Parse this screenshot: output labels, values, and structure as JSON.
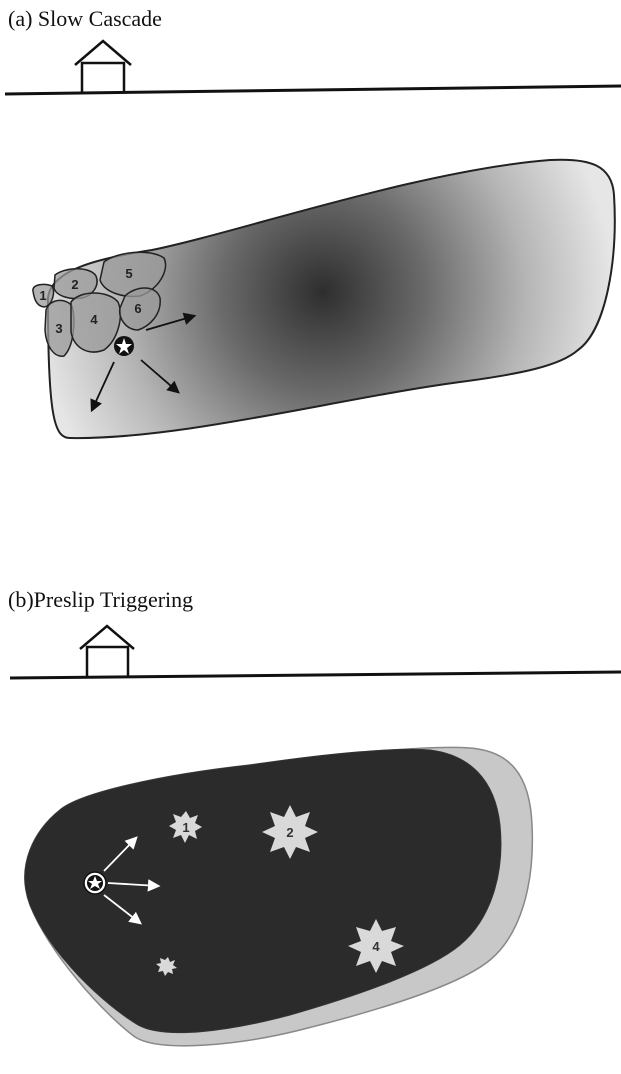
{
  "panel_a": {
    "title": "(a) Slow Cascade",
    "labels": [
      "1",
      "2",
      "3",
      "4",
      "5",
      "6"
    ]
  },
  "panel_b": {
    "title": "(b)Preslip Triggering",
    "labels": [
      "1",
      "2",
      "4"
    ]
  },
  "colors": {
    "line": "#111111",
    "rupture_dark": "#2b2b2b",
    "rupture_light": "#c8c8c8",
    "slip_center": "#2e2e2e"
  }
}
